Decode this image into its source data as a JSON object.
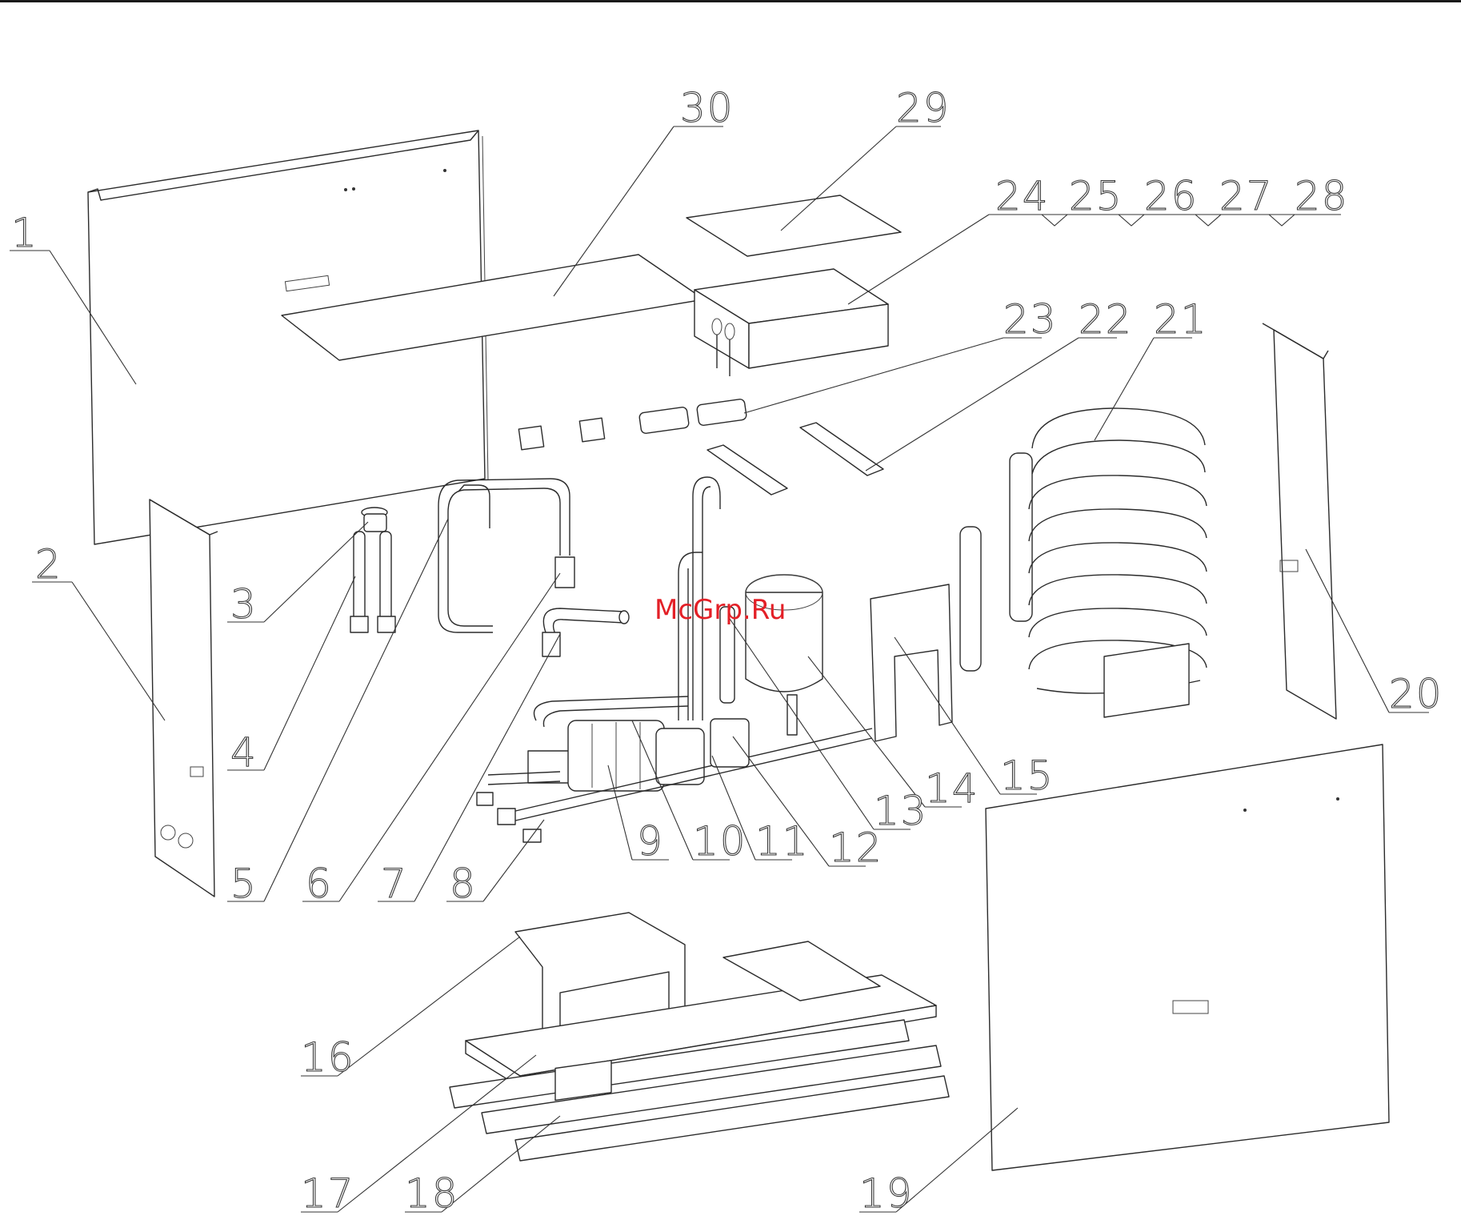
{
  "watermark": "McGrp.Ru",
  "callouts": [
    {
      "id": "1",
      "label": "1"
    },
    {
      "id": "2",
      "label": "2"
    },
    {
      "id": "3",
      "label": "3"
    },
    {
      "id": "4",
      "label": "4"
    },
    {
      "id": "5",
      "label": "5"
    },
    {
      "id": "6",
      "label": "6"
    },
    {
      "id": "7",
      "label": "7"
    },
    {
      "id": "8",
      "label": "8"
    },
    {
      "id": "9",
      "label": "9"
    },
    {
      "id": "10",
      "label": "10"
    },
    {
      "id": "11",
      "label": "11"
    },
    {
      "id": "12",
      "label": "12"
    },
    {
      "id": "13",
      "label": "13"
    },
    {
      "id": "14",
      "label": "14"
    },
    {
      "id": "15",
      "label": "15"
    },
    {
      "id": "16",
      "label": "16"
    },
    {
      "id": "17",
      "label": "17"
    },
    {
      "id": "18",
      "label": "18"
    },
    {
      "id": "19",
      "label": "19"
    },
    {
      "id": "20",
      "label": "20"
    },
    {
      "id": "21",
      "label": "21"
    },
    {
      "id": "22",
      "label": "22"
    },
    {
      "id": "23",
      "label": "23"
    },
    {
      "id": "24",
      "label": "24"
    },
    {
      "id": "25",
      "label": "25"
    },
    {
      "id": "26",
      "label": "26"
    },
    {
      "id": "27",
      "label": "27"
    },
    {
      "id": "28",
      "label": "28"
    },
    {
      "id": "29",
      "label": "29"
    },
    {
      "id": "30",
      "label": "30"
    }
  ]
}
